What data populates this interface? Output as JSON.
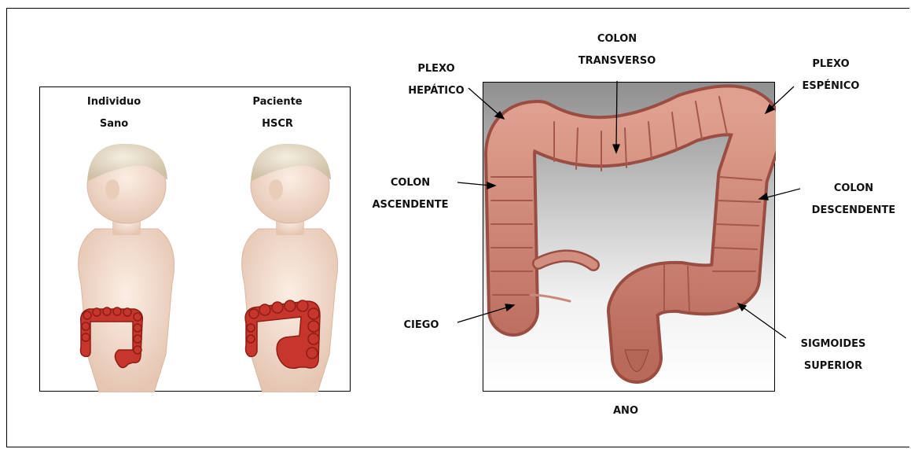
{
  "left_panel": {
    "healthy": {
      "line1": "Individuo",
      "line2": "Sano"
    },
    "patient": {
      "line1": "Paciente",
      "line2": "HSCR"
    }
  },
  "labels": {
    "colon_transverso": {
      "line1": "COLON",
      "line2": "TRANSVERSO"
    },
    "plexo_hepatico": {
      "line1": "PLEXO",
      "line2": "HEPÁTICO"
    },
    "plexo_espenico": {
      "line1": "PLEXO",
      "line2": "ESPÉNICO"
    },
    "colon_ascendente": {
      "line1": "COLON",
      "line2": "ASCENDENTE"
    },
    "colon_descendente": {
      "line1": "COLON",
      "line2": "DESCENDENTE"
    },
    "ciego": "CIEGO",
    "sigmoides_superior": {
      "line1": "SIGMOIDES",
      "line2": "SUPERIOR"
    },
    "ano": "ANO"
  },
  "colors": {
    "colon_fill": "#c9786a",
    "colon_shade": "#9a4d43",
    "child_skin": "#f2dccb",
    "child_hair": "#e8dcc6",
    "small_colon": "#c7362c"
  }
}
